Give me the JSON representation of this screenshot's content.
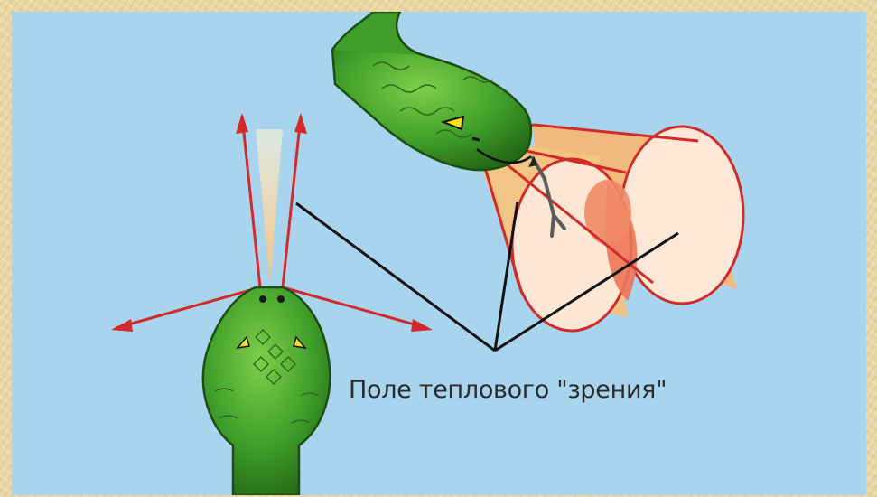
{
  "caption": "Поле теплового \"зрения\"",
  "colors": {
    "background_sky": "#a8d4ee",
    "frame": "#e9d6a2",
    "snake_green": "#3f9e2a",
    "snake_dark": "#1d5a12",
    "ray_red": "#d22a2a",
    "cone_fill": "#fde7d6",
    "overlap_fill": "#ee7a5a"
  },
  "icons": [
    "snake-top-view",
    "snake-side-view",
    "heat-cone"
  ]
}
